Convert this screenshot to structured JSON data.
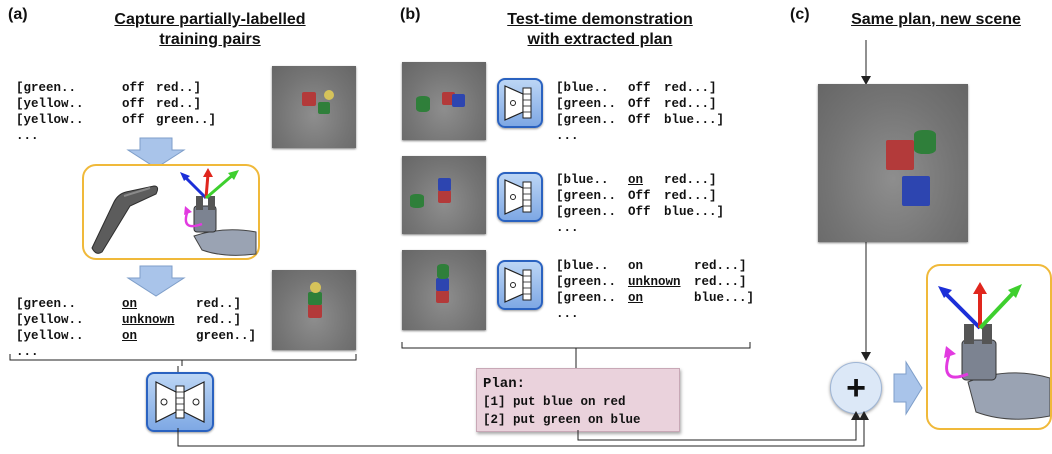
{
  "panels": {
    "a": {
      "letter": "(a)",
      "title_line1": "Capture partially-labelled",
      "title_line2": "training pairs"
    },
    "b": {
      "letter": "(b)",
      "title_line1": "Test-time demonstration",
      "title_line2": "with extracted plan"
    },
    "c": {
      "letter": "(c)",
      "title_line1": "Same plan, new scene"
    }
  },
  "panel_a": {
    "top_rows": [
      [
        "[green..",
        "off",
        "red..]"
      ],
      [
        "[yellow..",
        "off",
        "red..]"
      ],
      [
        "[yellow..",
        "off",
        "green..]"
      ]
    ],
    "bottom_rows": [
      [
        "[green..",
        "on",
        "red..]"
      ],
      [
        "[yellow..",
        "unknown",
        "red..]"
      ],
      [
        "[yellow..",
        "on",
        "green..]"
      ]
    ],
    "ellipsis": "..."
  },
  "panel_b": {
    "groups": [
      {
        "rows": [
          [
            "[blue..",
            "off",
            "red...]"
          ],
          [
            "[green..",
            "Off",
            "red...]"
          ],
          [
            "[green..",
            "Off",
            "blue...]"
          ]
        ],
        "underlined": []
      },
      {
        "rows": [
          [
            "[blue..",
            "on",
            "red...]"
          ],
          [
            "[green..",
            "Off",
            "red...]"
          ],
          [
            "[green..",
            "Off",
            "blue...]"
          ]
        ],
        "underlined": [
          0
        ]
      },
      {
        "rows": [
          [
            "[blue..",
            "on",
            "red...]"
          ],
          [
            "[green..",
            "unknown",
            "red...]"
          ],
          [
            "[green..",
            "on",
            "blue...]"
          ]
        ],
        "underlined": [
          1,
          2
        ]
      }
    ],
    "ellipsis": "...",
    "plan": {
      "title": "Plan:",
      "steps": [
        "[1] put blue on red",
        "[2] put green on blue"
      ]
    }
  },
  "panel_c": {
    "combine_symbol": "+"
  },
  "colors": {
    "orange_frame": "#f0b93a",
    "nn_blue": "#2a62c0",
    "arrow_blue": "#a9c4ea",
    "plan_pink": "#ead2dc",
    "axis_red": "#e0261d",
    "axis_green": "#3ecf2e",
    "axis_blue": "#1c2fd8",
    "rotation_magenta": "#e23ae0"
  },
  "icons": [
    "down-arrow",
    "vr-controller",
    "robot-gripper",
    "network-icon",
    "plus-icon",
    "right-arrow"
  ]
}
